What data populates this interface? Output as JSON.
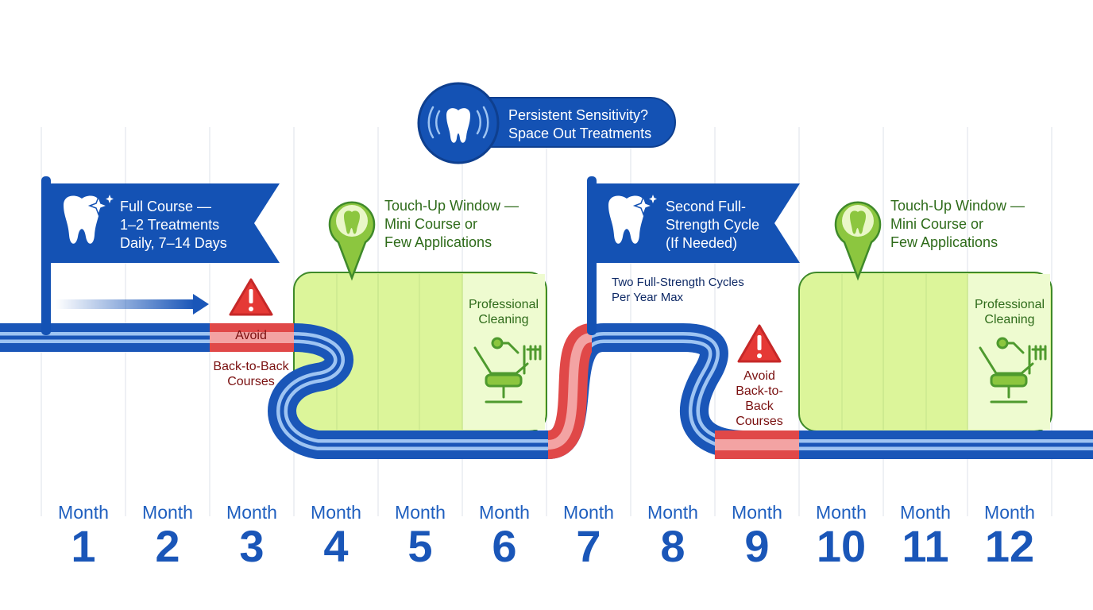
{
  "colors": {
    "track_blue": "#1a56b8",
    "track_light": "#9ec4f2",
    "avoid_red": "#e04848",
    "window_green": "#dcf59a",
    "window_border": "#3f8a2a",
    "flag_blue": "#1452b4",
    "warn_red": "#e53935"
  },
  "months": [
    {
      "word": "Month",
      "number": "1"
    },
    {
      "word": "Month",
      "number": "2"
    },
    {
      "word": "Month",
      "number": "3"
    },
    {
      "word": "Month",
      "number": "4"
    },
    {
      "word": "Month",
      "number": "5"
    },
    {
      "word": "Month",
      "number": "6"
    },
    {
      "word": "Month",
      "number": "7"
    },
    {
      "word": "Month",
      "number": "8"
    },
    {
      "word": "Month",
      "number": "9"
    },
    {
      "word": "Month",
      "number": "10"
    },
    {
      "word": "Month",
      "number": "11"
    },
    {
      "word": "Month",
      "number": "12"
    }
  ],
  "flag1": {
    "lines": [
      "Full Course —",
      "1–2 Treatments",
      "Daily, 7–14 Days"
    ],
    "icon": "tooth-sparkle-icon"
  },
  "flag2": {
    "lines": [
      "Second Full-",
      "Strength Cycle",
      "(If Needed)"
    ],
    "icon": "tooth-sparkle-icon"
  },
  "window1": {
    "lines": [
      "Touch-Up Window —",
      "Mini Course or",
      "Few Applications"
    ],
    "cleaning": [
      "Professional",
      "Cleaning"
    ]
  },
  "window2": {
    "lines": [
      "Touch-Up Window —",
      "Mini Course or",
      "Few Applications"
    ],
    "cleaning": [
      "Professional",
      "Cleaning"
    ]
  },
  "warning1": {
    "top": "Avoid",
    "bottom": [
      "Back-to-Back",
      "Courses"
    ]
  },
  "warning2": {
    "lines": [
      "Avoid",
      "Back-to-",
      "Back",
      "Courses"
    ]
  },
  "bubble": {
    "lines": [
      "Persistent Sensitivity?",
      "Space Out Treatments"
    ],
    "icon": "sensitive-tooth-icon"
  },
  "note": {
    "lines": [
      "Two Full-Strength Cycles",
      "Per Year Max"
    ]
  }
}
